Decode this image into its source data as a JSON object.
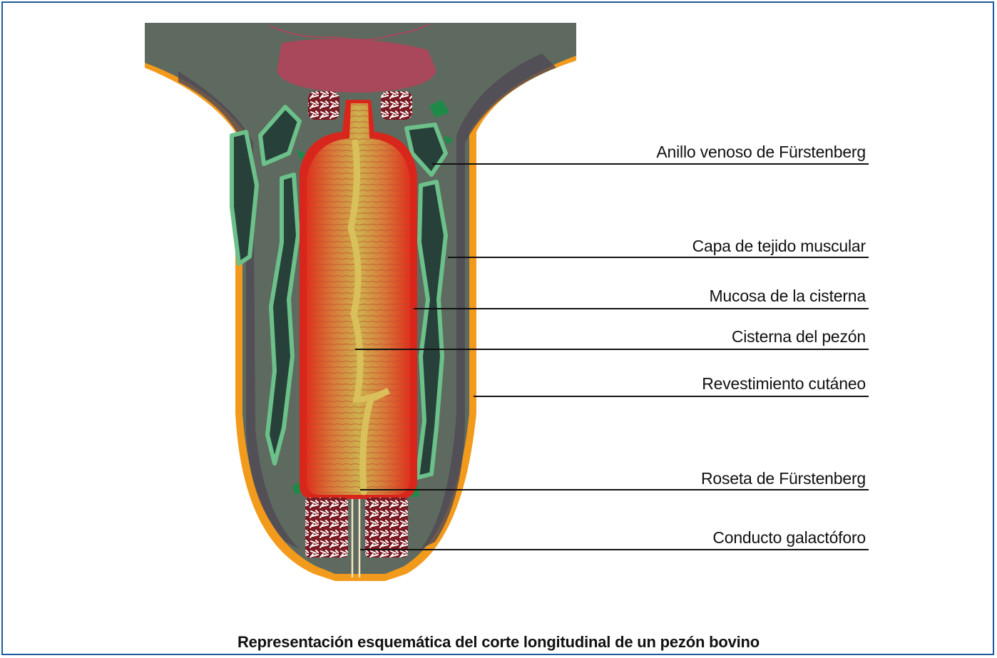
{
  "labels": {
    "anillo": "Anillo venoso de Fürstenberg",
    "capa": "Capa de tejido muscular",
    "mucosa": "Mucosa de la cisterna",
    "cisterna": "Cisterna del pezón",
    "revestimiento": "Revestimiento cutáneo",
    "roseta": "Roseta de Fürstenberg",
    "conducto": "Conducto galactóforo"
  },
  "caption": "Representación esquemática del corte longitudinal de un pezón bovino",
  "colors": {
    "frame": "#1f5aa0",
    "skin_outer": "#f29a1c",
    "tissue": "#5e6a5f",
    "tissue_dark": "#4f4854",
    "vein_light": "#6cc08a",
    "vein_dark": "#27413a",
    "cistern_red": "#d8261c",
    "cistern_core": "#c9a94a",
    "gland": "#a8485a",
    "sphincter": "#7a1a22"
  }
}
